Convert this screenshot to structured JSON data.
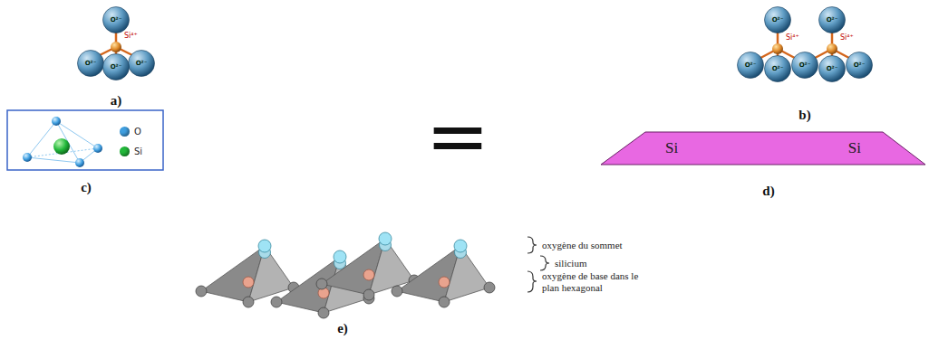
{
  "diagram": {
    "nodes": [
      {
        "text": [
          "O²⁻"
        ]
      },
      {
        "text": [
          "O²⁻"
        ]
      },
      {
        "text": [
          "O²⁻"
        ]
      },
      {
        "text": [
          "O²⁻"
        ]
      },
      {
        "text": [
          "O²⁻"
        ]
      },
      {
        "text": [
          "O²⁻"
        ]
      },
      {
        "text": [
          "O²⁻"
        ]
      },
      {
        "text": [
          "O²⁻"
        ]
      },
      {
        "text": [
          "O²⁻"
        ]
      },
      {
        "text": [
          "O²⁻"
        ]
      },
      {
        "text": [
          "O²⁻"
        ]
      },
      {
        "text": [
          "Si",
          "Si"
        ]
      }
    ],
    "labels": [
      "Si⁴⁺",
      "a)",
      "=",
      "Si⁴⁺",
      "Si⁴⁺",
      "b)",
      "c)",
      "d)",
      "oxygène du sommet",
      "silicium",
      "oxygène de base dans le plan hexagonal",
      "e)"
    ],
    "legend": [
      {
        "text": "O",
        "color": "#3f9fe0"
      },
      {
        "text": "Si",
        "color": "#22b83a"
      }
    ]
  }
}
